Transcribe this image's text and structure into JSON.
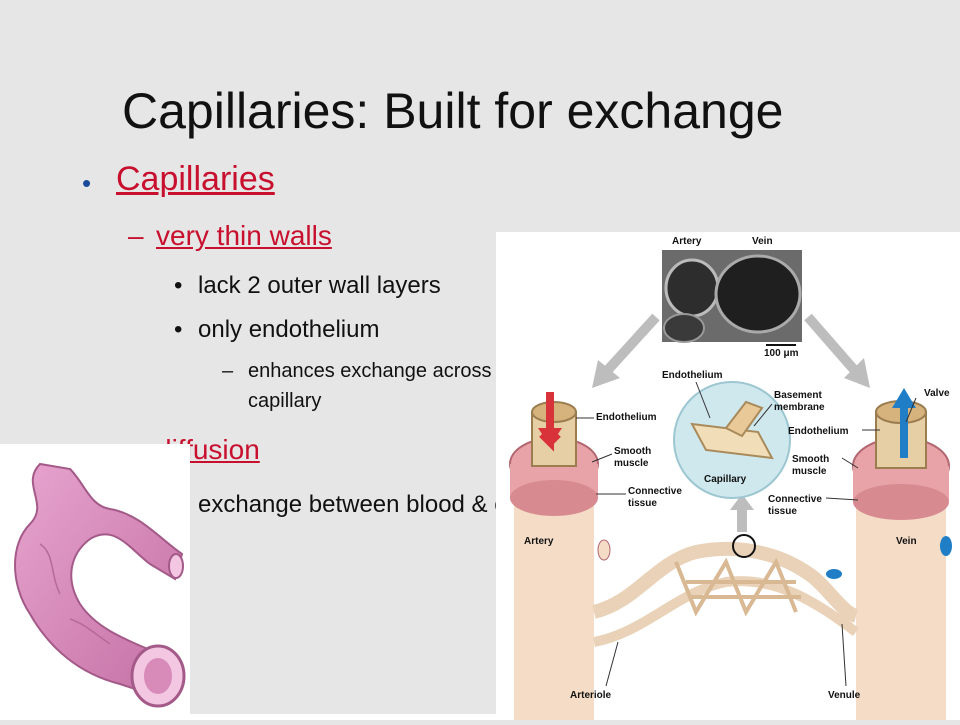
{
  "slide": {
    "title": "Capillaries: Built for exchange",
    "bullets": {
      "l1_text": "Capillaries",
      "sub1": "very thin walls",
      "point1": "lack 2 outer wall layers",
      "point2": "only endothelium",
      "subpoint": "enhances exchange across capillary",
      "sub2": "diffusion",
      "point3": "exchange between blood & cells"
    },
    "colors": {
      "title": "#111111",
      "accent": "#c8102e",
      "bullet_dot": "#1a4b9a",
      "background": "#e6e6e6"
    }
  },
  "diagram": {
    "labels": {
      "artery_top": "Artery",
      "vein_top": "Vein",
      "scale": "100 μm",
      "endothelium_top": "Endothelium",
      "basement_membrane": "Basement membrane",
      "valve": "Valve",
      "endothelium_left": "Endothelium",
      "smooth_muscle_left": "Smooth muscle",
      "connective_left": "Connective tissue",
      "capillary": "Capillary",
      "endothelium_right": "Endothelium",
      "smooth_muscle_right": "Smooth muscle",
      "connective_right": "Connective tissue",
      "artery": "Artery",
      "vein": "Vein",
      "arteriole": "Arteriole",
      "venule": "Venule"
    }
  }
}
